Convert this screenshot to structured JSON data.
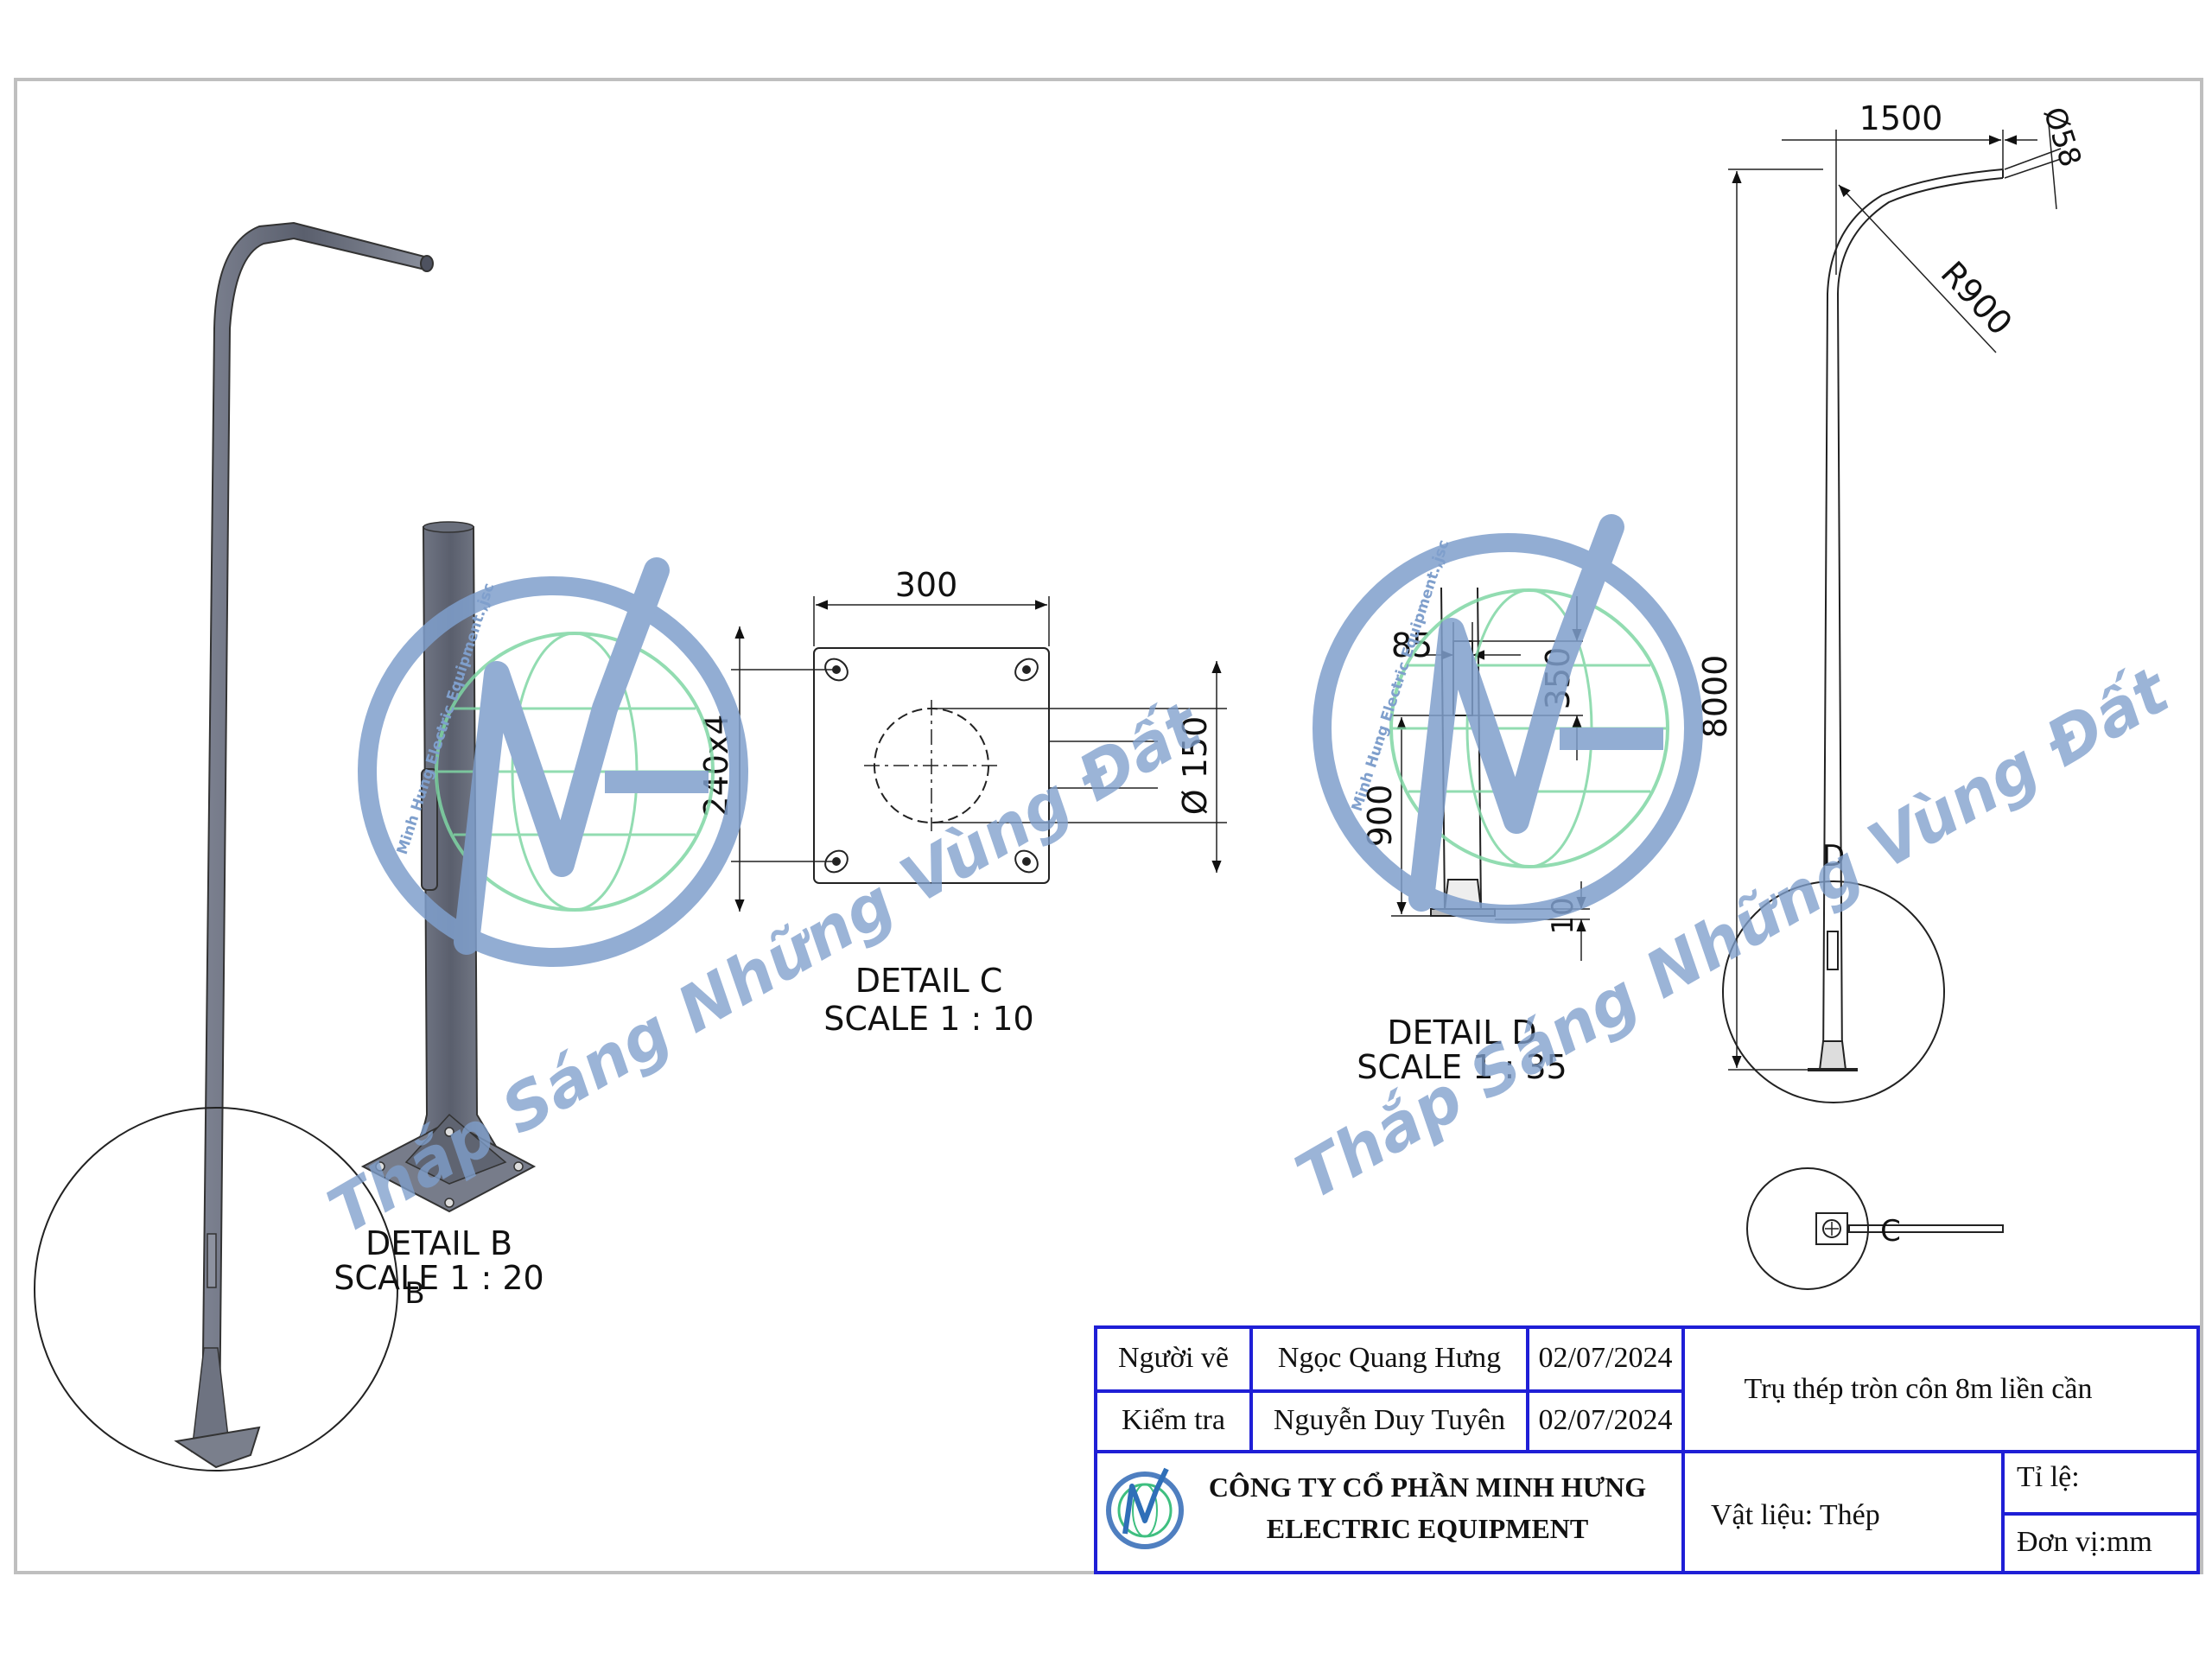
{
  "details": {
    "b": {
      "title": "DETAIL B",
      "scale": "SCALE 1 : 20",
      "marker": "B"
    },
    "c": {
      "title": "DETAIL C",
      "scale": "SCALE 1 : 10"
    },
    "d": {
      "title": "DETAIL D",
      "scale": "SCALE 1 : 35",
      "marker": "D"
    },
    "top_marker": "C"
  },
  "dimensions": {
    "plate_width": "300",
    "bolt_spacing": "240x4",
    "hole_diameter": "Ø 150",
    "door_width": "85",
    "door_height": "350",
    "door_elevation": "900",
    "base_offset": "10",
    "arm_reach": "1500",
    "arm_tip_diameter": "Ø58",
    "arm_radius": "R900",
    "pole_height": "8000"
  },
  "watermark": {
    "slogan": "Thắp Sáng Những Vùng Đất",
    "logo_ring_text": "Minh Hung Electric Equipment.,jsc",
    "logo_letters": "MH"
  },
  "title_block": {
    "drawn_by_label": "Người vẽ",
    "drawn_by_name": "Ngọc Quang Hưng",
    "drawn_date": "02/07/2024",
    "checked_by_label": "Kiểm tra",
    "checked_by_name": "Nguyễn Duy Tuyên",
    "checked_date": "02/07/2024",
    "drawing_title": "Trụ thép tròn côn 8m liền cần",
    "company_line1": "CÔNG TY CỔ PHẦN MINH HƯNG",
    "company_line2": "ELECTRIC EQUIPMENT",
    "material": "Vật liệu: Thép",
    "scale_label": "Tỉ lệ:",
    "unit_label": "Đơn vị:mm"
  },
  "colors": {
    "frame": "#bfbfbf",
    "title_block": "#1f1fd6",
    "watermark_blue": "#7f9fcc",
    "watermark_green": "#7fd6a4",
    "pole_fill": "#5c6170"
  }
}
